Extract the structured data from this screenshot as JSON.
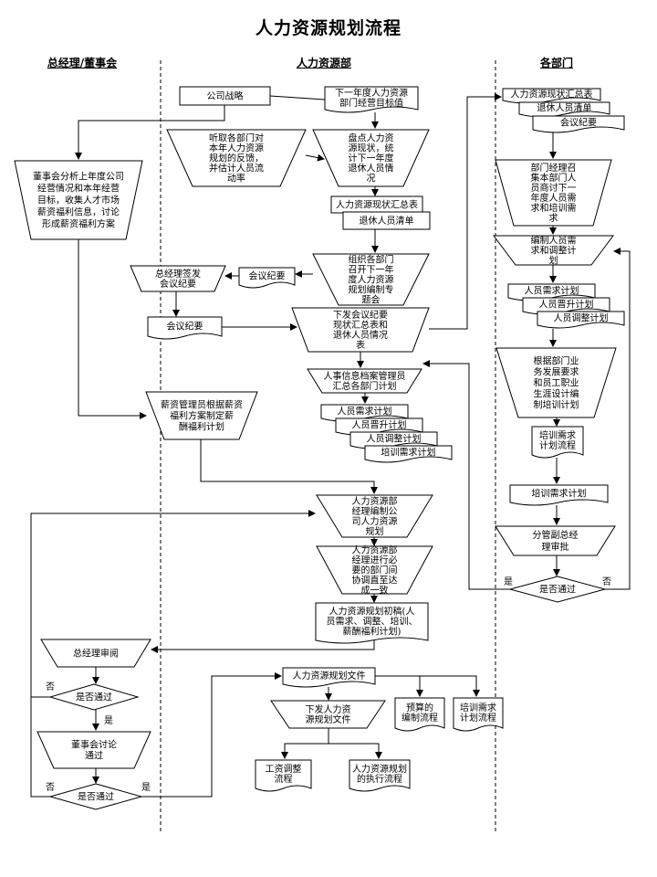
{
  "title": "人力资源规划流程",
  "columns": {
    "gm": "总经理/董事会",
    "hr": "人力资源部",
    "dept": "各部门"
  },
  "nodes": {
    "company_strategy": "公司战略",
    "next_year_goal": [
      "下一年度人力资源",
      "部门经营目标值"
    ],
    "listen_feedback": [
      "听取各部门对",
      "本年人力资源",
      "规划的反馈，",
      "并估计人员流",
      "动率"
    ],
    "inventory": [
      "盘点人力资",
      "源现状，统",
      "计下一年度",
      "退休人员情",
      "况"
    ],
    "hr_summary_1": "人力资源现状汇总表",
    "retire_list_1": "退休人员清单",
    "board_analysis": [
      "董事会分析上年度公司",
      "经营情况和本年经营",
      "目标，收集人才市场",
      "薪资福利信息，讨论",
      "形成薪资福利方案"
    ],
    "organize_meeting": [
      "组织各部门",
      "召开下一年",
      "度人力资源",
      "规划编制专",
      "题会"
    ],
    "minutes_hr": "会议纪要",
    "gm_sign": [
      "总经理签发",
      "会议纪要"
    ],
    "minutes_gm": "会议纪要",
    "distribute": [
      "下发会议纪要",
      "现状汇总表和",
      "退休人员情况",
      "表"
    ],
    "comp_manager": [
      "薪资管理员根据薪资",
      "福利方案制定薪",
      "酬福利计划"
    ],
    "archive_manager": [
      "人事信息档案管理员",
      "汇总各部门计划"
    ],
    "plan_stack_hr": [
      "人员需求计划",
      "人员晋升计划",
      "人员调整计划",
      "培训需求计划"
    ],
    "hr_manager_plan": [
      "人力资源部",
      "经理编制公",
      "司人力资源",
      "规划"
    ],
    "hr_manager_coord": [
      "人力资源部",
      "经理进行必",
      "要的部门间",
      "协调直至达",
      "成一致"
    ],
    "draft": [
      "人力资源规划初稿(人",
      "员需求、调整、培训、",
      "薪酬福利计划)"
    ],
    "gm_review": "总经理审阅",
    "decision_1": "是否通过",
    "board_discuss": [
      "董事会讨论",
      "通过"
    ],
    "decision_2": "是否通过",
    "hr_plan_doc": "人力资源规划文件",
    "issue_doc": [
      "下发人力资",
      "源规划文件"
    ],
    "budget_flow": [
      "预算的",
      "编制流程"
    ],
    "training_flow_out": [
      "培训需求",
      "计划流程"
    ],
    "wage_flow": [
      "工资调整",
      "流程"
    ],
    "exec_flow": [
      "人力资源规划",
      "的执行流程"
    ],
    "dept_summary": "人力资源现状汇总表",
    "dept_retire": "退休人员清单",
    "dept_minutes": "会议纪要",
    "dept_manager": [
      "部门经理召",
      "集本部门人",
      "员商讨下一",
      "年度人员需",
      "求和培训需",
      "求"
    ],
    "dept_compile": [
      "编制人员需",
      "求和调整计",
      "划"
    ],
    "plan_stack_dept": [
      "人员需求计划",
      "人员晋升计划",
      "人员调整计划"
    ],
    "dept_training": [
      "根据部门业",
      "务发展要求",
      "和员工职业",
      "生涯设计编",
      "制培训计划"
    ],
    "training_flow": [
      "培训需求",
      "计划流程"
    ],
    "training_plan": "培训需求计划",
    "vp_approval": [
      "分管副总经",
      "理审批"
    ],
    "decision_3": "是否通过"
  },
  "labels": {
    "yes": "是",
    "no": "否"
  }
}
